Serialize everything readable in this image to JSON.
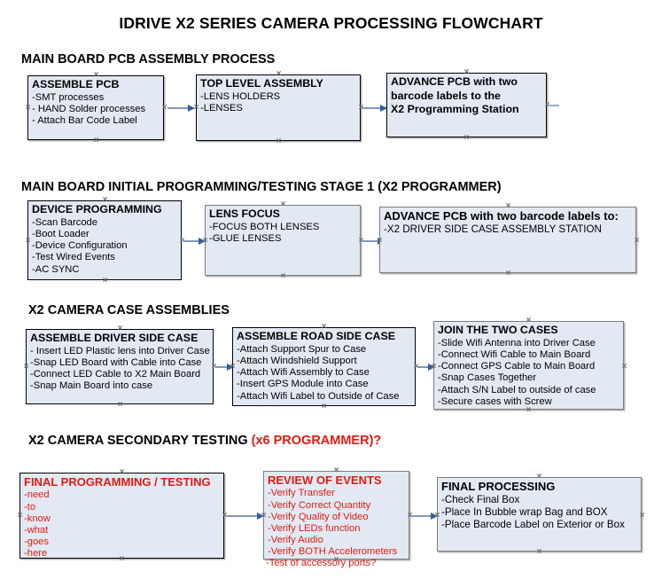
{
  "document": {
    "title": "IDRIVE X2  SERIES CAMERA PROCESSING FLOWCHART"
  },
  "sections": [
    {
      "id": "main-board-pcb-assembly",
      "heading": "MAIN BOARD PCB ASSEMBLY PROCESS",
      "heading_accent": "",
      "boxes": [
        {
          "id": "assemble-pcb",
          "title": "ASSEMBLE PCB",
          "lines": [
            "-SMT processes",
            "- HAND Solder processes",
            "- Attach Bar Code Label"
          ]
        },
        {
          "id": "top-level-assembly",
          "title": "TOP LEVEL ASSEMBLY",
          "lines": [
            "-LENS HOLDERS",
            "-LENSES"
          ]
        },
        {
          "id": "advance-pcb-programming-station",
          "title": "ADVANCE PCB with two",
          "lines": [
            "barcode labels to the",
            " X2 Programming Station"
          ]
        }
      ]
    },
    {
      "id": "main-board-initial-programming",
      "heading": "MAIN BOARD INITIAL PROGRAMMING/TESTING STAGE 1 (X2 PROGRAMMER)",
      "heading_accent": "",
      "boxes": [
        {
          "id": "device-programming",
          "title": "DEVICE PROGRAMMING",
          "lines": [
            "-Scan Barcode",
            "-Boot Loader",
            "-Device Configuration",
            "-Test Wired Events",
            "-AC SYNC"
          ]
        },
        {
          "id": "lens-focus",
          "title": "LENS FOCUS",
          "lines": [
            "-FOCUS BOTH LENSES",
            "-GLUE LENSES"
          ]
        },
        {
          "id": "advance-pcb-driver-side-case",
          "title": "ADVANCE PCB with two barcode labels to:",
          "lines": [
            "-X2 DRIVER  SIDE  CASE  ASSEMBLY STATION"
          ]
        }
      ]
    },
    {
      "id": "x2-camera-case-assemblies",
      "heading": "X2 CAMERA CASE ASSEMBLIES",
      "heading_accent": "",
      "boxes": [
        {
          "id": "assemble-driver-side-case",
          "title": "ASSEMBLE DRIVER SIDE CASE",
          "lines": [
            "- Insert LED Plastic lens into Driver Case",
            "-Snap LED Board with Cable into Case",
            "-Connect LED Cable to X2 Main Board",
            "-Snap Main Board into case"
          ]
        },
        {
          "id": "assemble-road-side-case",
          "title": "ASSEMBLE ROAD SIDE CASE",
          "lines": [
            "-Attach Support Spur to Case",
            "-Attach Windshield Support",
            "-Attach Wifi Assembly to Case",
            "-Insert GPS Module into Case",
            "-Attach Wifi Label to Outside of Case"
          ]
        },
        {
          "id": "join-the-two-cases",
          "title": "JOIN THE TWO CASES",
          "lines": [
            "-Slide Wifi Antenna into Driver Case",
            "-Connect Wifi Cable to Main Board",
            "-Connect GPS Cable to Main Board",
            "-Snap Cases Together",
            "-Attach S/N Label to outside of case",
            "-Secure cases with Screw"
          ]
        }
      ]
    },
    {
      "id": "x2-camera-secondary-testing",
      "heading": "X2 CAMERA SECONDARY TESTING ",
      "heading_accent": "(x6 PROGRAMMER)?",
      "boxes": [
        {
          "id": "final-programming-testing",
          "title": "FINAL PROGRAMMING / TESTING",
          "lines": [
            "-need",
            "-to",
            "-know",
            "-what",
            "-goes",
            "-here"
          ]
        },
        {
          "id": "review-of-events",
          "title": "REVIEW OF EVENTS",
          "lines": [
            "-Verify Transfer",
            "-Verify Correct Quantity",
            "-Verify Quality of Video",
            "-Verify LEDs function",
            "-Verify Audio",
            "-Verify BOTH Accelerometers"
          ],
          "overflow_line": "-Test of accessory ports?"
        },
        {
          "id": "final-processing",
          "title": "FINAL PROCESSING",
          "lines": [
            " -Check Final Box",
            "-Place In Bubble wrap Bag and BOX",
            "-Place Barcode Label on Exterior or Box"
          ]
        }
      ]
    }
  ],
  "colors": {
    "box_fill": "#e3e9f3",
    "box_border_dark": "#000000",
    "box_border_grey": "#7c7c7c",
    "connector": "#8098b8",
    "arrow_head": "#2f5f9e",
    "accent_red": "#e01b10",
    "text": "#000000"
  }
}
